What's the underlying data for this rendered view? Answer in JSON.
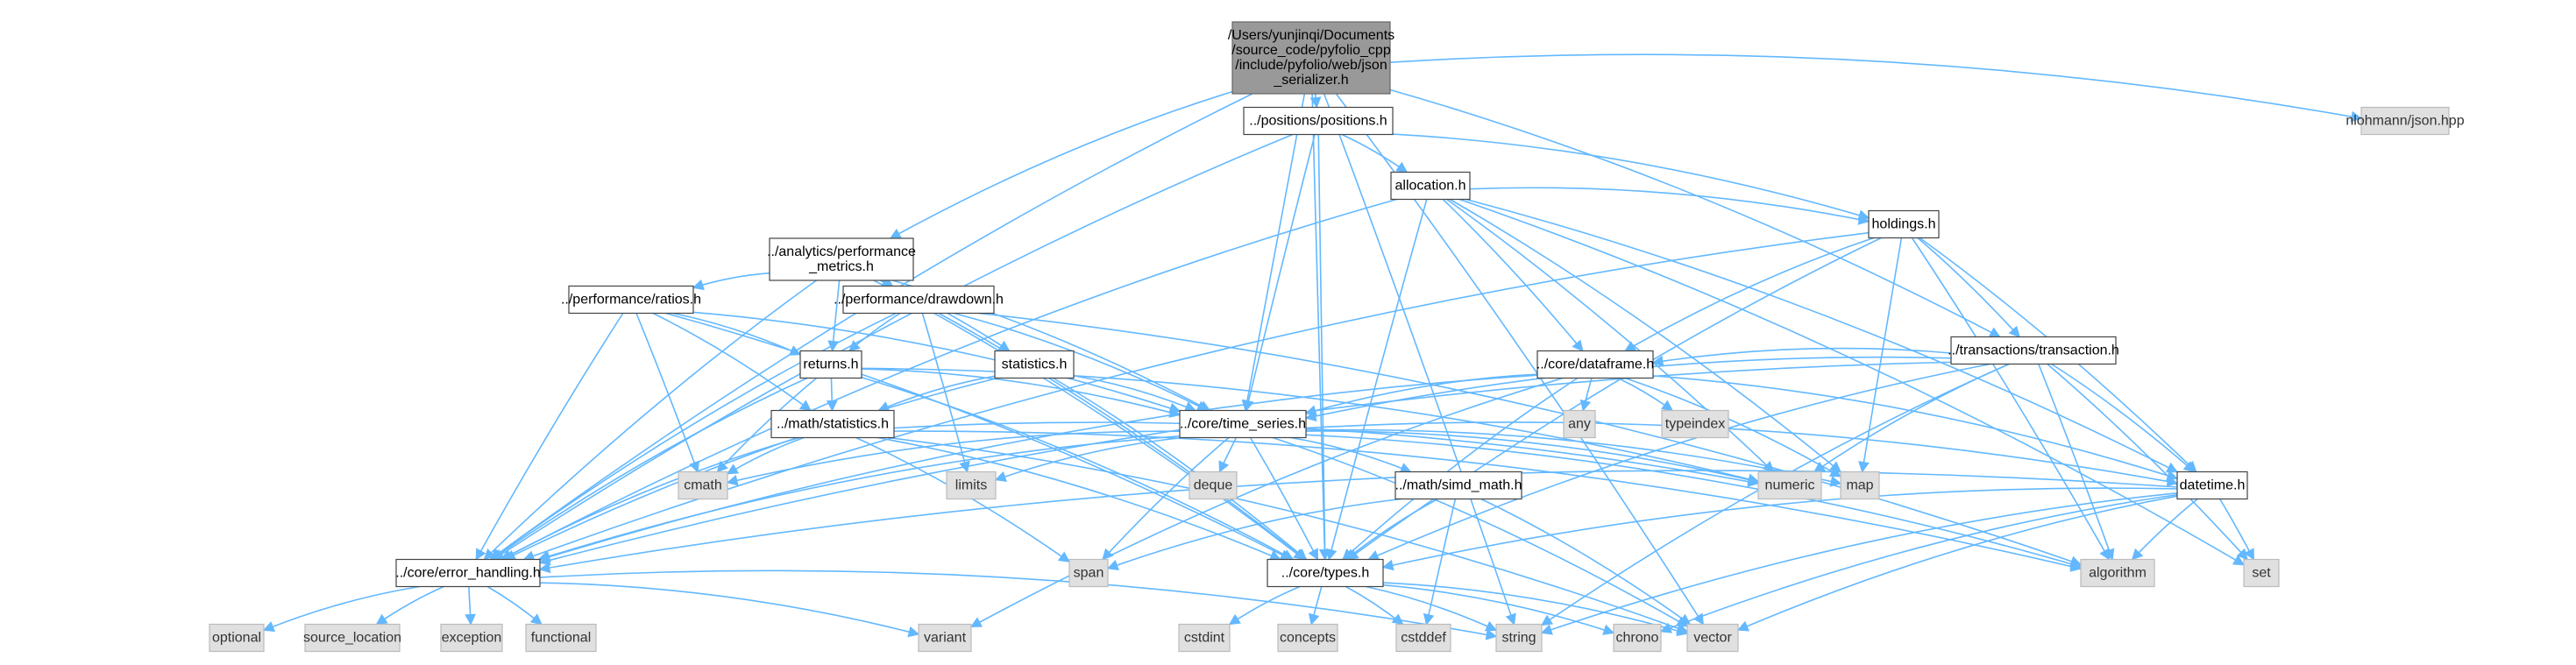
{
  "graph": {
    "edge_color": "#63b8ff",
    "root_fill": "#999999",
    "local_fill": "#ffffff",
    "system_fill": "#e0e0e0",
    "nodes": [
      {
        "id": "root",
        "kind": "root",
        "lines": [
          "/Users/yunjinqi/Documents",
          "/source_code/pyfolio_cpp",
          "/include/pyfolio/web/json",
          "_serializer.h"
        ]
      },
      {
        "id": "positions",
        "kind": "local",
        "lines": [
          "../positions/positions.h"
        ]
      },
      {
        "id": "nlohmann",
        "kind": "system",
        "lines": [
          "nlohmann/json.hpp"
        ]
      },
      {
        "id": "allocation",
        "kind": "local",
        "lines": [
          "allocation.h"
        ]
      },
      {
        "id": "perf_metrics",
        "kind": "local",
        "lines": [
          "../analytics/performance",
          "_metrics.h"
        ]
      },
      {
        "id": "holdings",
        "kind": "local",
        "lines": [
          "holdings.h"
        ]
      },
      {
        "id": "ratios",
        "kind": "local",
        "lines": [
          "../performance/ratios.h"
        ]
      },
      {
        "id": "drawdown",
        "kind": "local",
        "lines": [
          "../performance/drawdown.h"
        ]
      },
      {
        "id": "transaction",
        "kind": "local",
        "lines": [
          "../transactions/transaction.h"
        ]
      },
      {
        "id": "returns",
        "kind": "local",
        "lines": [
          "returns.h"
        ]
      },
      {
        "id": "statistics",
        "kind": "local",
        "lines": [
          "statistics.h"
        ]
      },
      {
        "id": "dataframe",
        "kind": "local",
        "lines": [
          "../core/dataframe.h"
        ]
      },
      {
        "id": "any",
        "kind": "system",
        "lines": [
          "any"
        ]
      },
      {
        "id": "typeindex",
        "kind": "system",
        "lines": [
          "typeindex"
        ]
      },
      {
        "id": "math_stats",
        "kind": "local",
        "lines": [
          "../math/statistics.h"
        ]
      },
      {
        "id": "time_series",
        "kind": "local",
        "lines": [
          "../core/time_series.h"
        ]
      },
      {
        "id": "cmath",
        "kind": "system",
        "lines": [
          "cmath"
        ]
      },
      {
        "id": "limits",
        "kind": "system",
        "lines": [
          "limits"
        ]
      },
      {
        "id": "deque",
        "kind": "system",
        "lines": [
          "deque"
        ]
      },
      {
        "id": "simd_math",
        "kind": "local",
        "lines": [
          "../math/simd_math.h"
        ]
      },
      {
        "id": "numeric",
        "kind": "system",
        "lines": [
          "numeric"
        ]
      },
      {
        "id": "map",
        "kind": "system",
        "lines": [
          "map"
        ]
      },
      {
        "id": "datetime",
        "kind": "local",
        "lines": [
          "datetime.h"
        ]
      },
      {
        "id": "set",
        "kind": "system",
        "lines": [
          "set"
        ]
      },
      {
        "id": "span",
        "kind": "system",
        "lines": [
          "span"
        ]
      },
      {
        "id": "algorithm",
        "kind": "system",
        "lines": [
          "algorithm"
        ]
      },
      {
        "id": "error_handling",
        "kind": "local",
        "lines": [
          "../core/error_handling.h"
        ]
      },
      {
        "id": "types",
        "kind": "local",
        "lines": [
          "../core/types.h"
        ]
      },
      {
        "id": "optional",
        "kind": "system",
        "lines": [
          "optional"
        ]
      },
      {
        "id": "source_location",
        "kind": "system",
        "lines": [
          "source_location"
        ]
      },
      {
        "id": "exception",
        "kind": "system",
        "lines": [
          "exception"
        ]
      },
      {
        "id": "functional",
        "kind": "system",
        "lines": [
          "functional"
        ]
      },
      {
        "id": "variant",
        "kind": "system",
        "lines": [
          "variant"
        ]
      },
      {
        "id": "cstdint",
        "kind": "system",
        "lines": [
          "cstdint"
        ]
      },
      {
        "id": "concepts",
        "kind": "system",
        "lines": [
          "concepts"
        ]
      },
      {
        "id": "cstddef",
        "kind": "system",
        "lines": [
          "cstddef"
        ]
      },
      {
        "id": "string",
        "kind": "system",
        "lines": [
          "string"
        ]
      },
      {
        "id": "chrono",
        "kind": "system",
        "lines": [
          "chrono"
        ]
      },
      {
        "id": "vector",
        "kind": "system",
        "lines": [
          "vector"
        ]
      }
    ],
    "edges": [
      [
        "root",
        "positions"
      ],
      [
        "root",
        "nlohmann"
      ],
      [
        "root",
        "perf_metrics"
      ],
      [
        "root",
        "transaction"
      ],
      [
        "root",
        "time_series"
      ],
      [
        "root",
        "error_handling"
      ],
      [
        "root",
        "types"
      ],
      [
        "root",
        "string"
      ],
      [
        "root",
        "vector"
      ],
      [
        "positions",
        "allocation"
      ],
      [
        "positions",
        "holdings"
      ],
      [
        "positions",
        "time_series"
      ],
      [
        "positions",
        "types"
      ],
      [
        "positions",
        "error_handling"
      ],
      [
        "allocation",
        "holdings"
      ],
      [
        "allocation",
        "dataframe"
      ],
      [
        "allocation",
        "datetime"
      ],
      [
        "allocation",
        "types"
      ],
      [
        "allocation",
        "error_handling"
      ],
      [
        "allocation",
        "map"
      ],
      [
        "allocation",
        "numeric"
      ],
      [
        "allocation",
        "set"
      ],
      [
        "holdings",
        "transaction"
      ],
      [
        "holdings",
        "dataframe"
      ],
      [
        "holdings",
        "datetime"
      ],
      [
        "holdings",
        "error_handling"
      ],
      [
        "holdings",
        "types"
      ],
      [
        "holdings",
        "map"
      ],
      [
        "holdings",
        "algorithm"
      ],
      [
        "perf_metrics",
        "ratios"
      ],
      [
        "perf_metrics",
        "drawdown"
      ],
      [
        "perf_metrics",
        "returns"
      ],
      [
        "perf_metrics",
        "statistics"
      ],
      [
        "perf_metrics",
        "time_series"
      ],
      [
        "perf_metrics",
        "error_handling"
      ],
      [
        "perf_metrics",
        "types"
      ],
      [
        "ratios",
        "returns"
      ],
      [
        "ratios",
        "math_stats"
      ],
      [
        "ratios",
        "time_series"
      ],
      [
        "ratios",
        "error_handling"
      ],
      [
        "ratios",
        "types"
      ],
      [
        "ratios",
        "cmath"
      ],
      [
        "drawdown",
        "returns"
      ],
      [
        "drawdown",
        "time_series"
      ],
      [
        "drawdown",
        "error_handling"
      ],
      [
        "drawdown",
        "types"
      ],
      [
        "drawdown",
        "algorithm"
      ],
      [
        "drawdown",
        "limits"
      ],
      [
        "returns",
        "math_stats"
      ],
      [
        "returns",
        "time_series"
      ],
      [
        "returns",
        "error_handling"
      ],
      [
        "returns",
        "types"
      ],
      [
        "returns",
        "cmath"
      ],
      [
        "returns",
        "numeric"
      ],
      [
        "statistics",
        "math_stats"
      ],
      [
        "statistics",
        "time_series"
      ],
      [
        "statistics",
        "error_handling"
      ],
      [
        "statistics",
        "types"
      ],
      [
        "transaction",
        "dataframe"
      ],
      [
        "transaction",
        "datetime"
      ],
      [
        "transaction",
        "time_series"
      ],
      [
        "transaction",
        "error_handling"
      ],
      [
        "transaction",
        "types"
      ],
      [
        "transaction",
        "algorithm"
      ],
      [
        "transaction",
        "numeric"
      ],
      [
        "transaction",
        "set"
      ],
      [
        "transaction",
        "string"
      ],
      [
        "dataframe",
        "time_series"
      ],
      [
        "dataframe",
        "datetime"
      ],
      [
        "dataframe",
        "any"
      ],
      [
        "dataframe",
        "typeindex"
      ],
      [
        "dataframe",
        "error_handling"
      ],
      [
        "dataframe",
        "types"
      ],
      [
        "dataframe",
        "map"
      ],
      [
        "dataframe",
        "variant"
      ],
      [
        "math_stats",
        "error_handling"
      ],
      [
        "math_stats",
        "types"
      ],
      [
        "math_stats",
        "cmath"
      ],
      [
        "math_stats",
        "span"
      ],
      [
        "math_stats",
        "algorithm"
      ],
      [
        "math_stats",
        "numeric"
      ],
      [
        "math_stats",
        "vector"
      ],
      [
        "time_series",
        "datetime"
      ],
      [
        "time_series",
        "simd_math"
      ],
      [
        "time_series",
        "error_handling"
      ],
      [
        "time_series",
        "types"
      ],
      [
        "time_series",
        "cmath"
      ],
      [
        "time_series",
        "limits"
      ],
      [
        "time_series",
        "deque"
      ],
      [
        "time_series",
        "span"
      ],
      [
        "time_series",
        "numeric"
      ],
      [
        "time_series",
        "map"
      ],
      [
        "time_series",
        "algorithm"
      ],
      [
        "time_series",
        "vector"
      ],
      [
        "simd_math",
        "types"
      ],
      [
        "simd_math",
        "span"
      ],
      [
        "simd_math",
        "cstddef"
      ],
      [
        "simd_math",
        "vector"
      ],
      [
        "datetime",
        "error_handling"
      ],
      [
        "datetime",
        "types"
      ],
      [
        "datetime",
        "set"
      ],
      [
        "datetime",
        "algorithm"
      ],
      [
        "datetime",
        "chrono"
      ],
      [
        "datetime",
        "string"
      ],
      [
        "datetime",
        "vector"
      ],
      [
        "error_handling",
        "optional"
      ],
      [
        "error_handling",
        "source_location"
      ],
      [
        "error_handling",
        "exception"
      ],
      [
        "error_handling",
        "functional"
      ],
      [
        "error_handling",
        "variant"
      ],
      [
        "error_handling",
        "string"
      ],
      [
        "types",
        "cstdint"
      ],
      [
        "types",
        "concepts"
      ],
      [
        "types",
        "cstddef"
      ],
      [
        "types",
        "string"
      ],
      [
        "types",
        "chrono"
      ],
      [
        "types",
        "vector"
      ]
    ]
  }
}
